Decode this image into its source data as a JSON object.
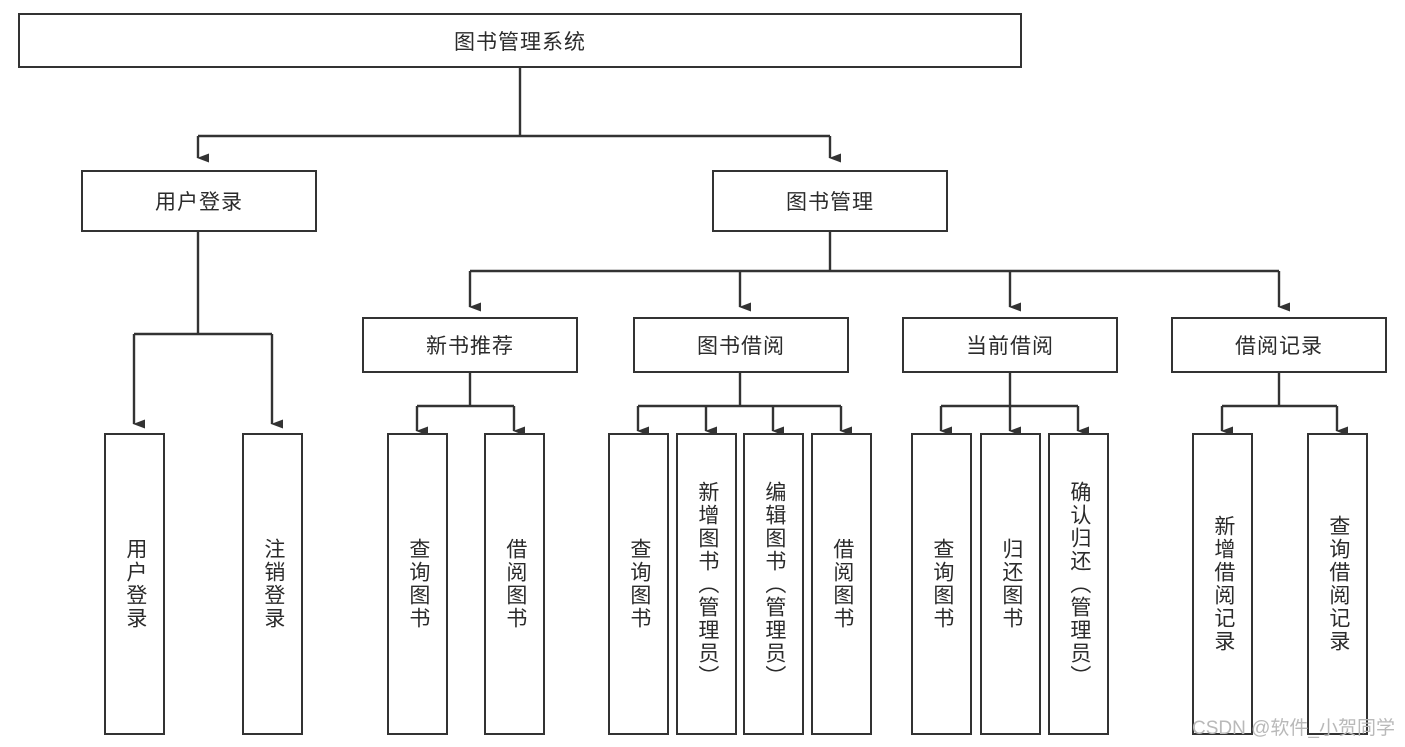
{
  "diagram": {
    "type": "hierarchy-tree",
    "title": "图书管理系统",
    "levels": 4,
    "colors": {
      "box_border": "#333333",
      "box_fill": "#ffffff",
      "connector": "#333333",
      "text": "#2b2b2b",
      "watermark": "#b9b9b9",
      "background": "#ffffff"
    },
    "nodes": {
      "root": {
        "label": "图书管理系统"
      },
      "level2": [
        {
          "label": "用户登录"
        },
        {
          "label": "图书管理"
        }
      ],
      "level3": [
        {
          "label": "新书推荐"
        },
        {
          "label": "图书借阅"
        },
        {
          "label": "当前借阅"
        },
        {
          "label": "借阅记录"
        }
      ],
      "leaves": {
        "user_login": [
          {
            "label": "用户登录"
          },
          {
            "label": "注销登录"
          }
        ],
        "new_book_recommend": [
          {
            "label": "查询图书"
          },
          {
            "label": "借阅图书"
          }
        ],
        "book_borrow": [
          {
            "label": "查询图书"
          },
          {
            "label": "新增图书（管理员）"
          },
          {
            "label": "编辑图书（管理员）"
          },
          {
            "label": "借阅图书"
          }
        ],
        "current_borrow": [
          {
            "label": "查询图书"
          },
          {
            "label": "归还图书"
          },
          {
            "label": "确认归还（管理员）"
          }
        ],
        "borrow_record": [
          {
            "label": "新增借阅记录"
          },
          {
            "label": "查询借阅记录"
          }
        ]
      }
    },
    "watermark": {
      "text": "CSDN @软件_小贺同学"
    }
  }
}
